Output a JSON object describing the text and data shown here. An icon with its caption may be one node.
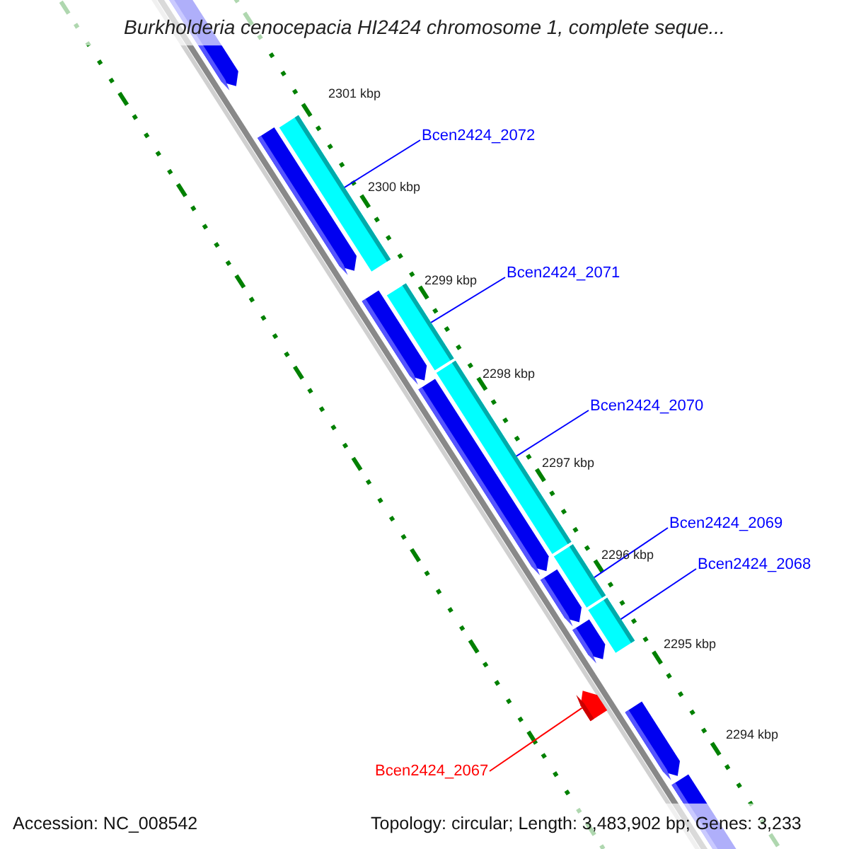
{
  "diagram": {
    "title": "Burkholderia cenocepacia HI2424 chromosome 1, complete seque...",
    "nodes": [
      {
        "text": [
          "Bcen2424_2072"
        ]
      },
      {
        "text": [],
        "shape": "bar"
      },
      {
        "text": [
          "Bcen2424_2071"
        ]
      },
      {
        "text": [],
        "shape": "bar"
      },
      {
        "text": [
          "Bcen2424_2070"
        ]
      },
      {
        "text": [],
        "shape": "bar"
      },
      {
        "text": [
          "Bcen2424_2069"
        ]
      },
      {
        "text": [],
        "shape": "bar"
      },
      {
        "text": [
          "Bcen2424_2068"
        ]
      },
      {
        "text": [],
        "shape": "bar"
      },
      {
        "text": [
          "Bcen2424_2067"
        ]
      },
      {
        "text": [],
        "shape": "arrow"
      },
      {
        "text": [],
        "shape": "arrow"
      },
      {
        "text": [],
        "shape": "arrow"
      },
      {
        "text": [],
        "shape": "arrow"
      },
      {
        "text": [],
        "shape": "arrow"
      },
      {
        "text": [],
        "shape": "arrow"
      },
      {
        "text": [],
        "shape": "arrow"
      },
      {
        "text": [],
        "shape": "arrow"
      },
      {
        "text": [],
        "shape": "arrow"
      }
    ],
    "edges": [
      {
        "from": 0,
        "to": 1,
        "arrow": "none"
      },
      {
        "from": 2,
        "to": 3,
        "arrow": "none"
      },
      {
        "from": 4,
        "to": 5,
        "arrow": "none"
      },
      {
        "from": 6,
        "to": 7,
        "arrow": "none"
      },
      {
        "from": 8,
        "to": 9,
        "arrow": "none"
      },
      {
        "from": 10,
        "to": 11,
        "arrow": "none",
        "color": "#ff0000"
      }
    ],
    "labels": [
      "2301 kbp",
      "2300 kbp",
      "2299 kbp",
      "2298 kbp",
      "2297 kbp",
      "2296 kbp",
      "2295 kbp",
      "2294 kbp",
      "Accession: NC_008542",
      "Topology: circular; Length: 3,483,902 bp; Genes: 3,233"
    ]
  }
}
